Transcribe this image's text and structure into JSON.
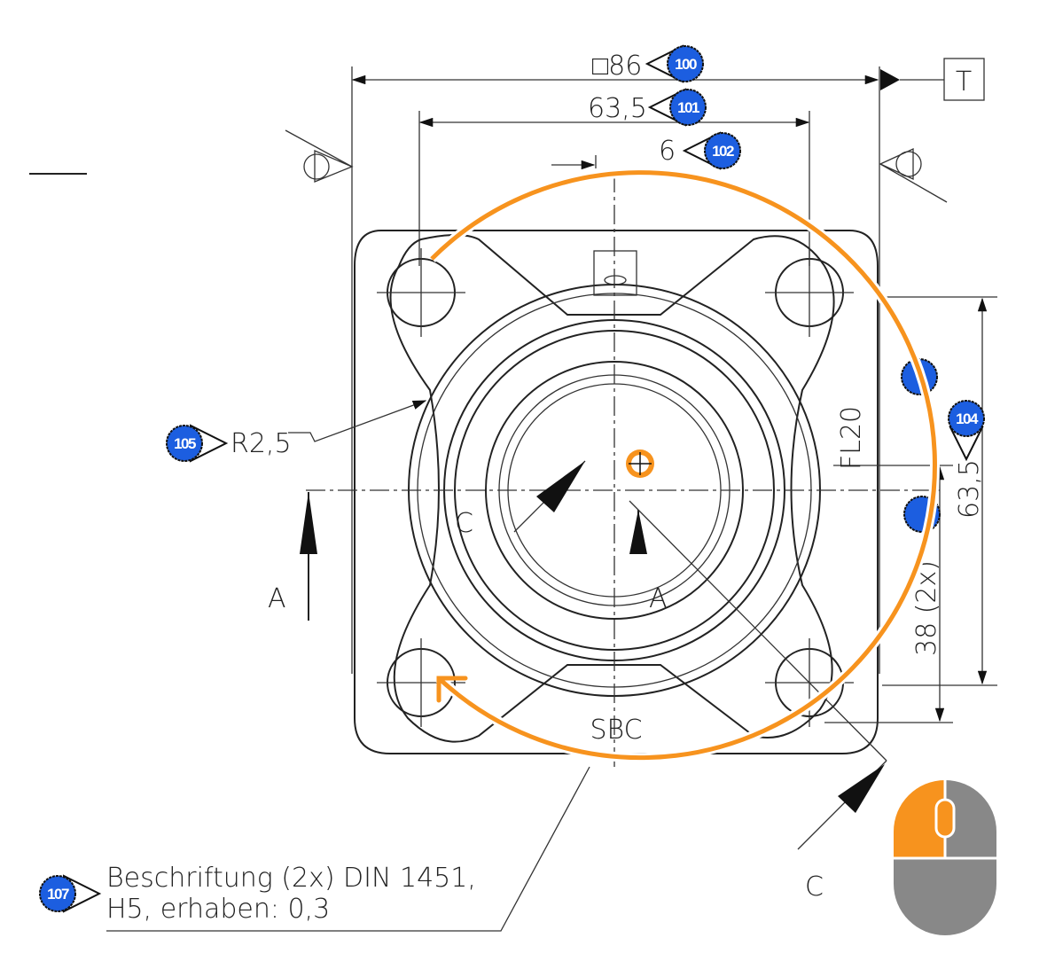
{
  "drawing": {
    "dimensions": {
      "square": "□86",
      "bolt_spacing": "63,5",
      "slot": "6",
      "radius": "R2,5",
      "flange": "FL20",
      "side_spacing": "63,5",
      "ear_height": "38 (2x)"
    },
    "datum": "T",
    "section_labels": {
      "a_left": "A",
      "a_center": "A",
      "c_left": "C",
      "c_bottom": "C"
    },
    "marking": "SBC",
    "balloons": {
      "b100": "100",
      "b101": "101",
      "b102": "102",
      "b104": "104",
      "b105": "105",
      "b107": "107"
    },
    "note": {
      "line1": "Beschriftung (2x) DIN 1451,",
      "line2": "H5, erhaben: 0,3"
    }
  },
  "overlay": {
    "gesture": "rotate",
    "accent_color": "#f7931e",
    "mouse_button": "left",
    "icons": [
      "rotate-arrow-icon",
      "pivot-crosshair-icon",
      "mouse-left-click-icon"
    ]
  }
}
